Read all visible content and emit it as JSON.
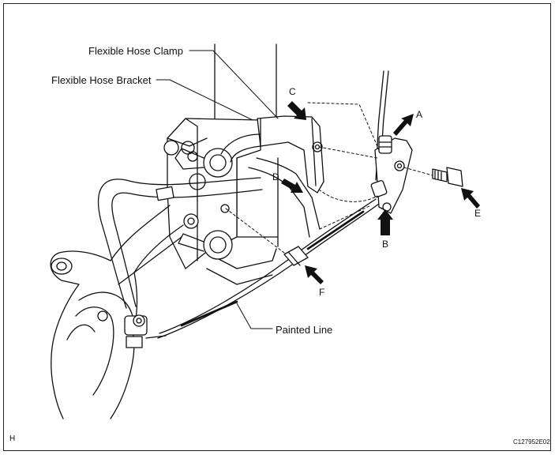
{
  "labels": {
    "flexible_hose_clamp": "Flexible Hose Clamp",
    "flexible_hose_bracket": "Flexible Hose Bracket",
    "painted_line": "Painted Line"
  },
  "callouts": {
    "a": "A",
    "b": "B",
    "c": "C",
    "d": "D",
    "e": "E",
    "f": "F"
  },
  "corner_mark": "H",
  "figure_code": "C127952E02"
}
